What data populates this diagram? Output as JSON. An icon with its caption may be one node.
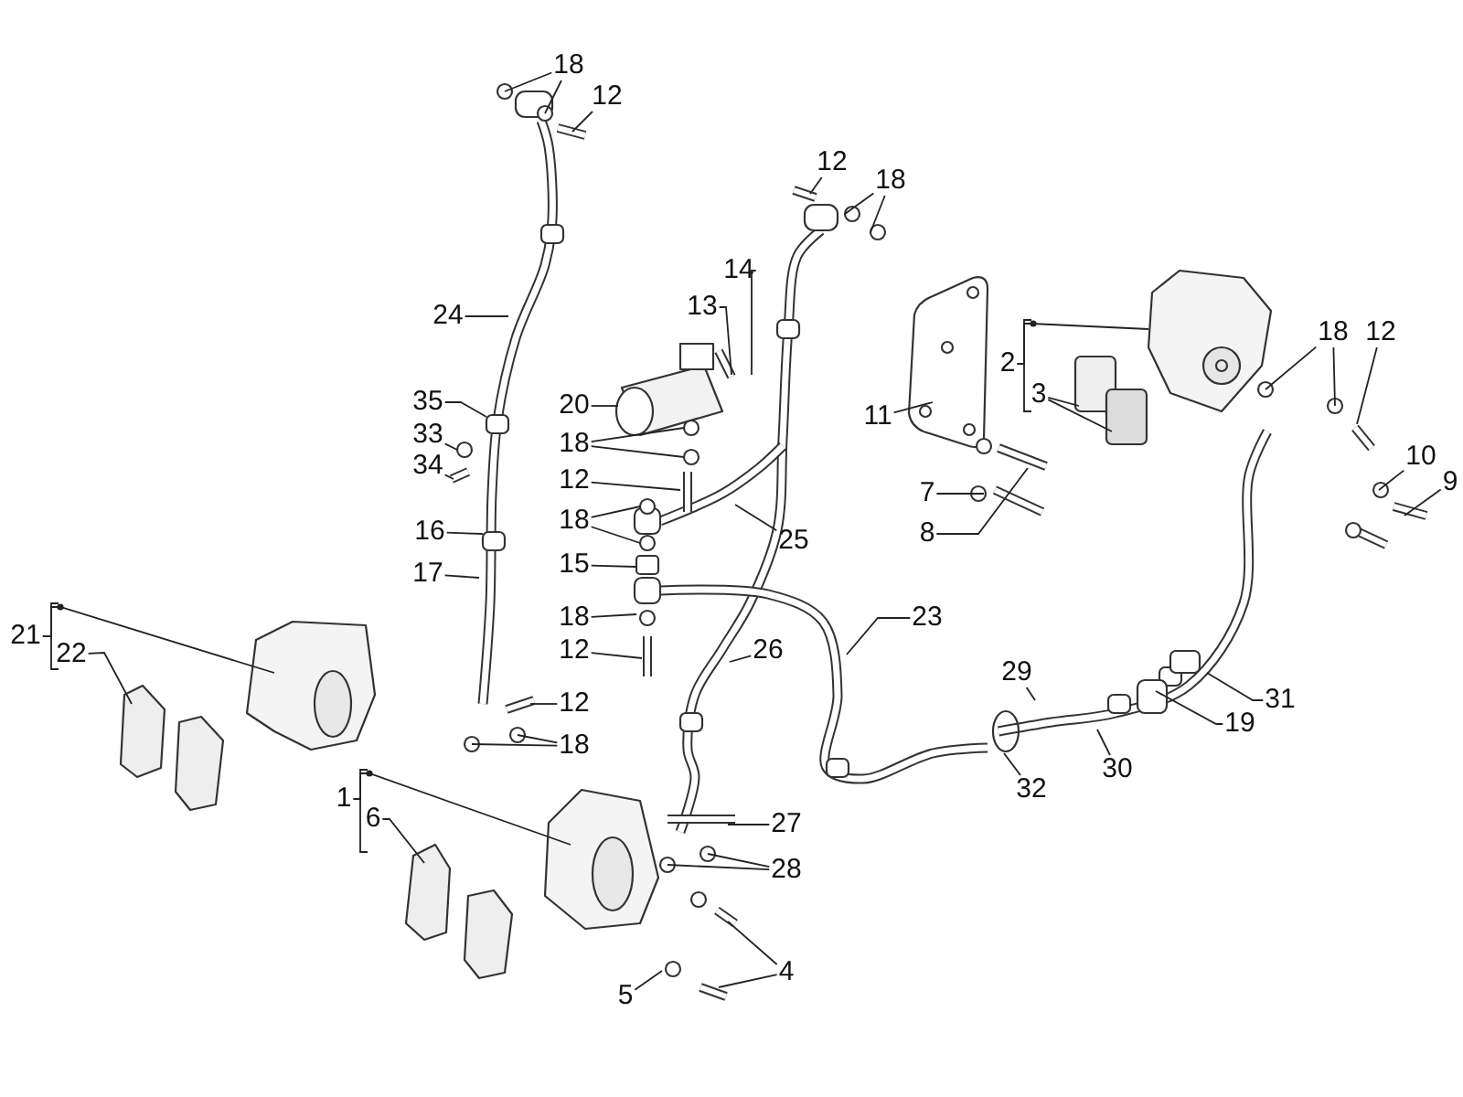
{
  "diagram": {
    "nodes": [
      {
        "text": [
          "18"
        ]
      },
      {
        "text": [
          "12"
        ]
      },
      {
        "text": [
          "12"
        ]
      },
      {
        "text": [
          "18"
        ]
      },
      {
        "text": [
          "14"
        ]
      },
      {
        "text": [
          "24"
        ]
      },
      {
        "text": [
          "13"
        ]
      },
      {
        "text": [
          "2"
        ]
      },
      {
        "text": [
          "3"
        ]
      },
      {
        "text": [
          "18"
        ]
      },
      {
        "text": [
          "12"
        ]
      },
      {
        "text": [
          "11"
        ]
      },
      {
        "text": [
          "35"
        ]
      },
      {
        "text": [
          "20"
        ]
      },
      {
        "text": [
          "33"
        ]
      },
      {
        "text": [
          "18"
        ]
      },
      {
        "text": [
          "34"
        ]
      },
      {
        "text": [
          "7"
        ]
      },
      {
        "text": [
          "10"
        ]
      },
      {
        "text": [
          "9"
        ]
      },
      {
        "text": [
          "12"
        ]
      },
      {
        "text": [
          "18"
        ]
      },
      {
        "text": [
          "25"
        ]
      },
      {
        "text": [
          "8"
        ]
      },
      {
        "text": [
          "16"
        ]
      },
      {
        "text": [
          "15"
        ]
      },
      {
        "text": [
          "17"
        ]
      },
      {
        "text": [
          "23"
        ]
      },
      {
        "text": [
          "18"
        ]
      },
      {
        "text": [
          "21"
        ]
      },
      {
        "text": [
          "22"
        ]
      },
      {
        "text": [
          "26"
        ]
      },
      {
        "text": [
          "12"
        ]
      },
      {
        "text": [
          "29"
        ]
      },
      {
        "text": [
          "31"
        ]
      },
      {
        "text": [
          "12"
        ]
      },
      {
        "text": [
          "19"
        ]
      },
      {
        "text": [
          "30"
        ]
      },
      {
        "text": [
          "18"
        ]
      },
      {
        "text": [
          "32"
        ]
      },
      {
        "text": [
          "1"
        ]
      },
      {
        "text": [
          "27"
        ]
      },
      {
        "text": [
          "6"
        ]
      },
      {
        "text": [
          "28"
        ]
      },
      {
        "text": [
          "5"
        ]
      },
      {
        "text": [
          "4"
        ]
      }
    ],
    "edges": [
      {
        "from": 0,
        "to": null,
        "arrow": "none"
      },
      {
        "from": 0,
        "to": null,
        "arrow": "none"
      },
      {
        "from": 1,
        "to": null,
        "arrow": "none"
      },
      {
        "from": 2,
        "to": null,
        "arrow": "none"
      },
      {
        "from": 3,
        "to": null,
        "arrow": "none"
      },
      {
        "from": 3,
        "to": null,
        "arrow": "none"
      },
      {
        "from": 4,
        "to": null,
        "arrow": "none"
      },
      {
        "from": 5,
        "to": null,
        "arrow": "none"
      },
      {
        "from": 6,
        "to": null,
        "arrow": "none"
      },
      {
        "from": 7,
        "to": null,
        "arrow": "none"
      },
      {
        "from": 8,
        "to": null,
        "arrow": "none"
      },
      {
        "from": 8,
        "to": null,
        "arrow": "none"
      },
      {
        "from": 9,
        "to": null,
        "arrow": "none"
      },
      {
        "from": 9,
        "to": null,
        "arrow": "none"
      },
      {
        "from": 10,
        "to": null,
        "arrow": "none"
      },
      {
        "from": 11,
        "to": null,
        "arrow": "none"
      },
      {
        "from": 12,
        "to": null,
        "arrow": "none"
      },
      {
        "from": 13,
        "to": null,
        "arrow": "none"
      },
      {
        "from": 14,
        "to": null,
        "arrow": "none"
      },
      {
        "from": 15,
        "to": null,
        "arrow": "none"
      },
      {
        "from": 15,
        "to": null,
        "arrow": "none"
      },
      {
        "from": 16,
        "to": null,
        "arrow": "none"
      },
      {
        "from": 17,
        "to": null,
        "arrow": "none"
      },
      {
        "from": 18,
        "to": null,
        "arrow": "none"
      },
      {
        "from": 19,
        "to": null,
        "arrow": "none"
      },
      {
        "from": 20,
        "to": null,
        "arrow": "none"
      },
      {
        "from": 21,
        "to": null,
        "arrow": "none"
      },
      {
        "from": 21,
        "to": null,
        "arrow": "none"
      },
      {
        "from": 22,
        "to": null,
        "arrow": "none"
      },
      {
        "from": 23,
        "to": null,
        "arrow": "none"
      },
      {
        "from": 24,
        "to": null,
        "arrow": "none"
      },
      {
        "from": 25,
        "to": null,
        "arrow": "none"
      },
      {
        "from": 26,
        "to": null,
        "arrow": "none"
      },
      {
        "from": 27,
        "to": null,
        "arrow": "none"
      },
      {
        "from": 28,
        "to": null,
        "arrow": "none"
      },
      {
        "from": 29,
        "to": null,
        "arrow": "none"
      },
      {
        "from": 30,
        "to": null,
        "arrow": "none"
      },
      {
        "from": 31,
        "to": null,
        "arrow": "none"
      },
      {
        "from": 32,
        "to": null,
        "arrow": "none"
      },
      {
        "from": 33,
        "to": null,
        "arrow": "none"
      },
      {
        "from": 34,
        "to": null,
        "arrow": "none"
      },
      {
        "from": 35,
        "to": null,
        "arrow": "none"
      },
      {
        "from": 36,
        "to": null,
        "arrow": "none"
      },
      {
        "from": 37,
        "to": null,
        "arrow": "none"
      },
      {
        "from": 38,
        "to": null,
        "arrow": "none"
      },
      {
        "from": 38,
        "to": null,
        "arrow": "none"
      },
      {
        "from": 39,
        "to": null,
        "arrow": "none"
      },
      {
        "from": 40,
        "to": null,
        "arrow": "none"
      },
      {
        "from": 41,
        "to": null,
        "arrow": "none"
      },
      {
        "from": 42,
        "to": null,
        "arrow": "none"
      },
      {
        "from": 43,
        "to": null,
        "arrow": "none"
      },
      {
        "from": 43,
        "to": null,
        "arrow": "none"
      },
      {
        "from": 44,
        "to": null,
        "arrow": "none"
      },
      {
        "from": 45,
        "to": null,
        "arrow": "none"
      },
      {
        "from": 45,
        "to": null,
        "arrow": "none"
      }
    ]
  }
}
